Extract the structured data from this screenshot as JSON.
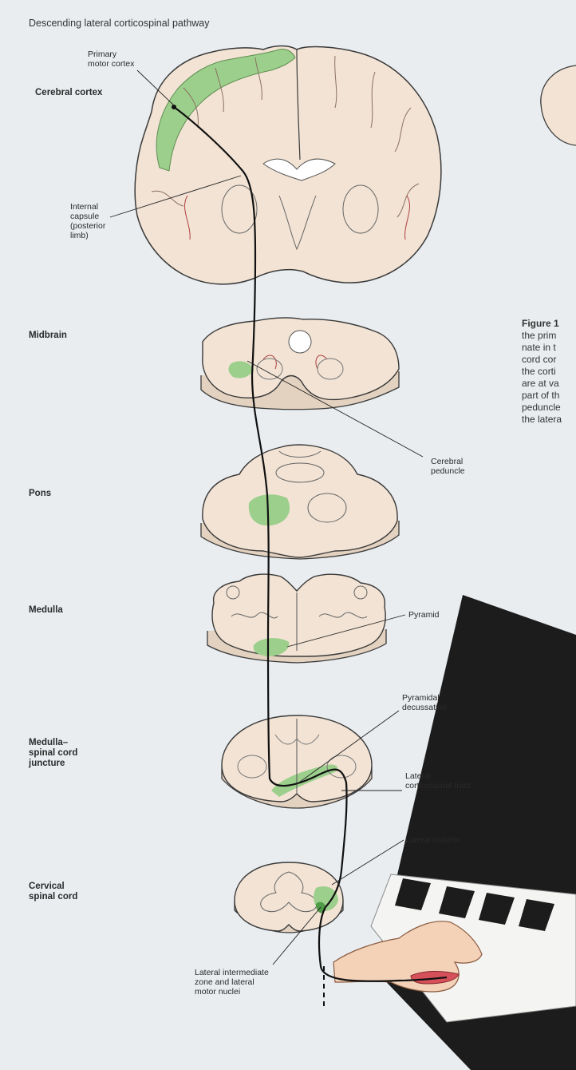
{
  "title": "Descending lateral corticospinal pathway",
  "levels": {
    "cerebral_cortex": "Cerebral cortex",
    "midbrain": "Midbrain",
    "pons": "Pons",
    "medulla": "Medulla",
    "medulla_spinal": "Medulla–\nspinal cord\njuncture",
    "cervical": "Cervical\nspinal cord"
  },
  "labels": {
    "primary_motor_cortex": "Primary\nmotor cortex",
    "internal_capsule": "Internal\ncapsule\n(posterior\nlimb)",
    "cerebral_peduncle": "Cerebral\npeduncle",
    "pyramid": "Pyramid",
    "pyramidal_decussation": "Pyramidal\ndecussation",
    "lateral_corticospinal_tract": "Lateral\ncorticospinal tract",
    "lateral_column": "Lateral column",
    "lateral_intermediate_zone": "Lateral intermediate\nzone and lateral\nmotor nuclei"
  },
  "caption": {
    "figure": "Figure 1",
    "lines": [
      "the prim",
      "nate in t",
      "cord cor",
      "the corti",
      "are at va",
      "part of th",
      "peduncle",
      "the latera"
    ]
  },
  "colors": {
    "background": "#e9edf0",
    "tissue": "#f2e3d4",
    "tissue_edge": "#3a3a3a",
    "pathway_highlight": "#9ccf8c",
    "pathway_line": "#111111"
  }
}
